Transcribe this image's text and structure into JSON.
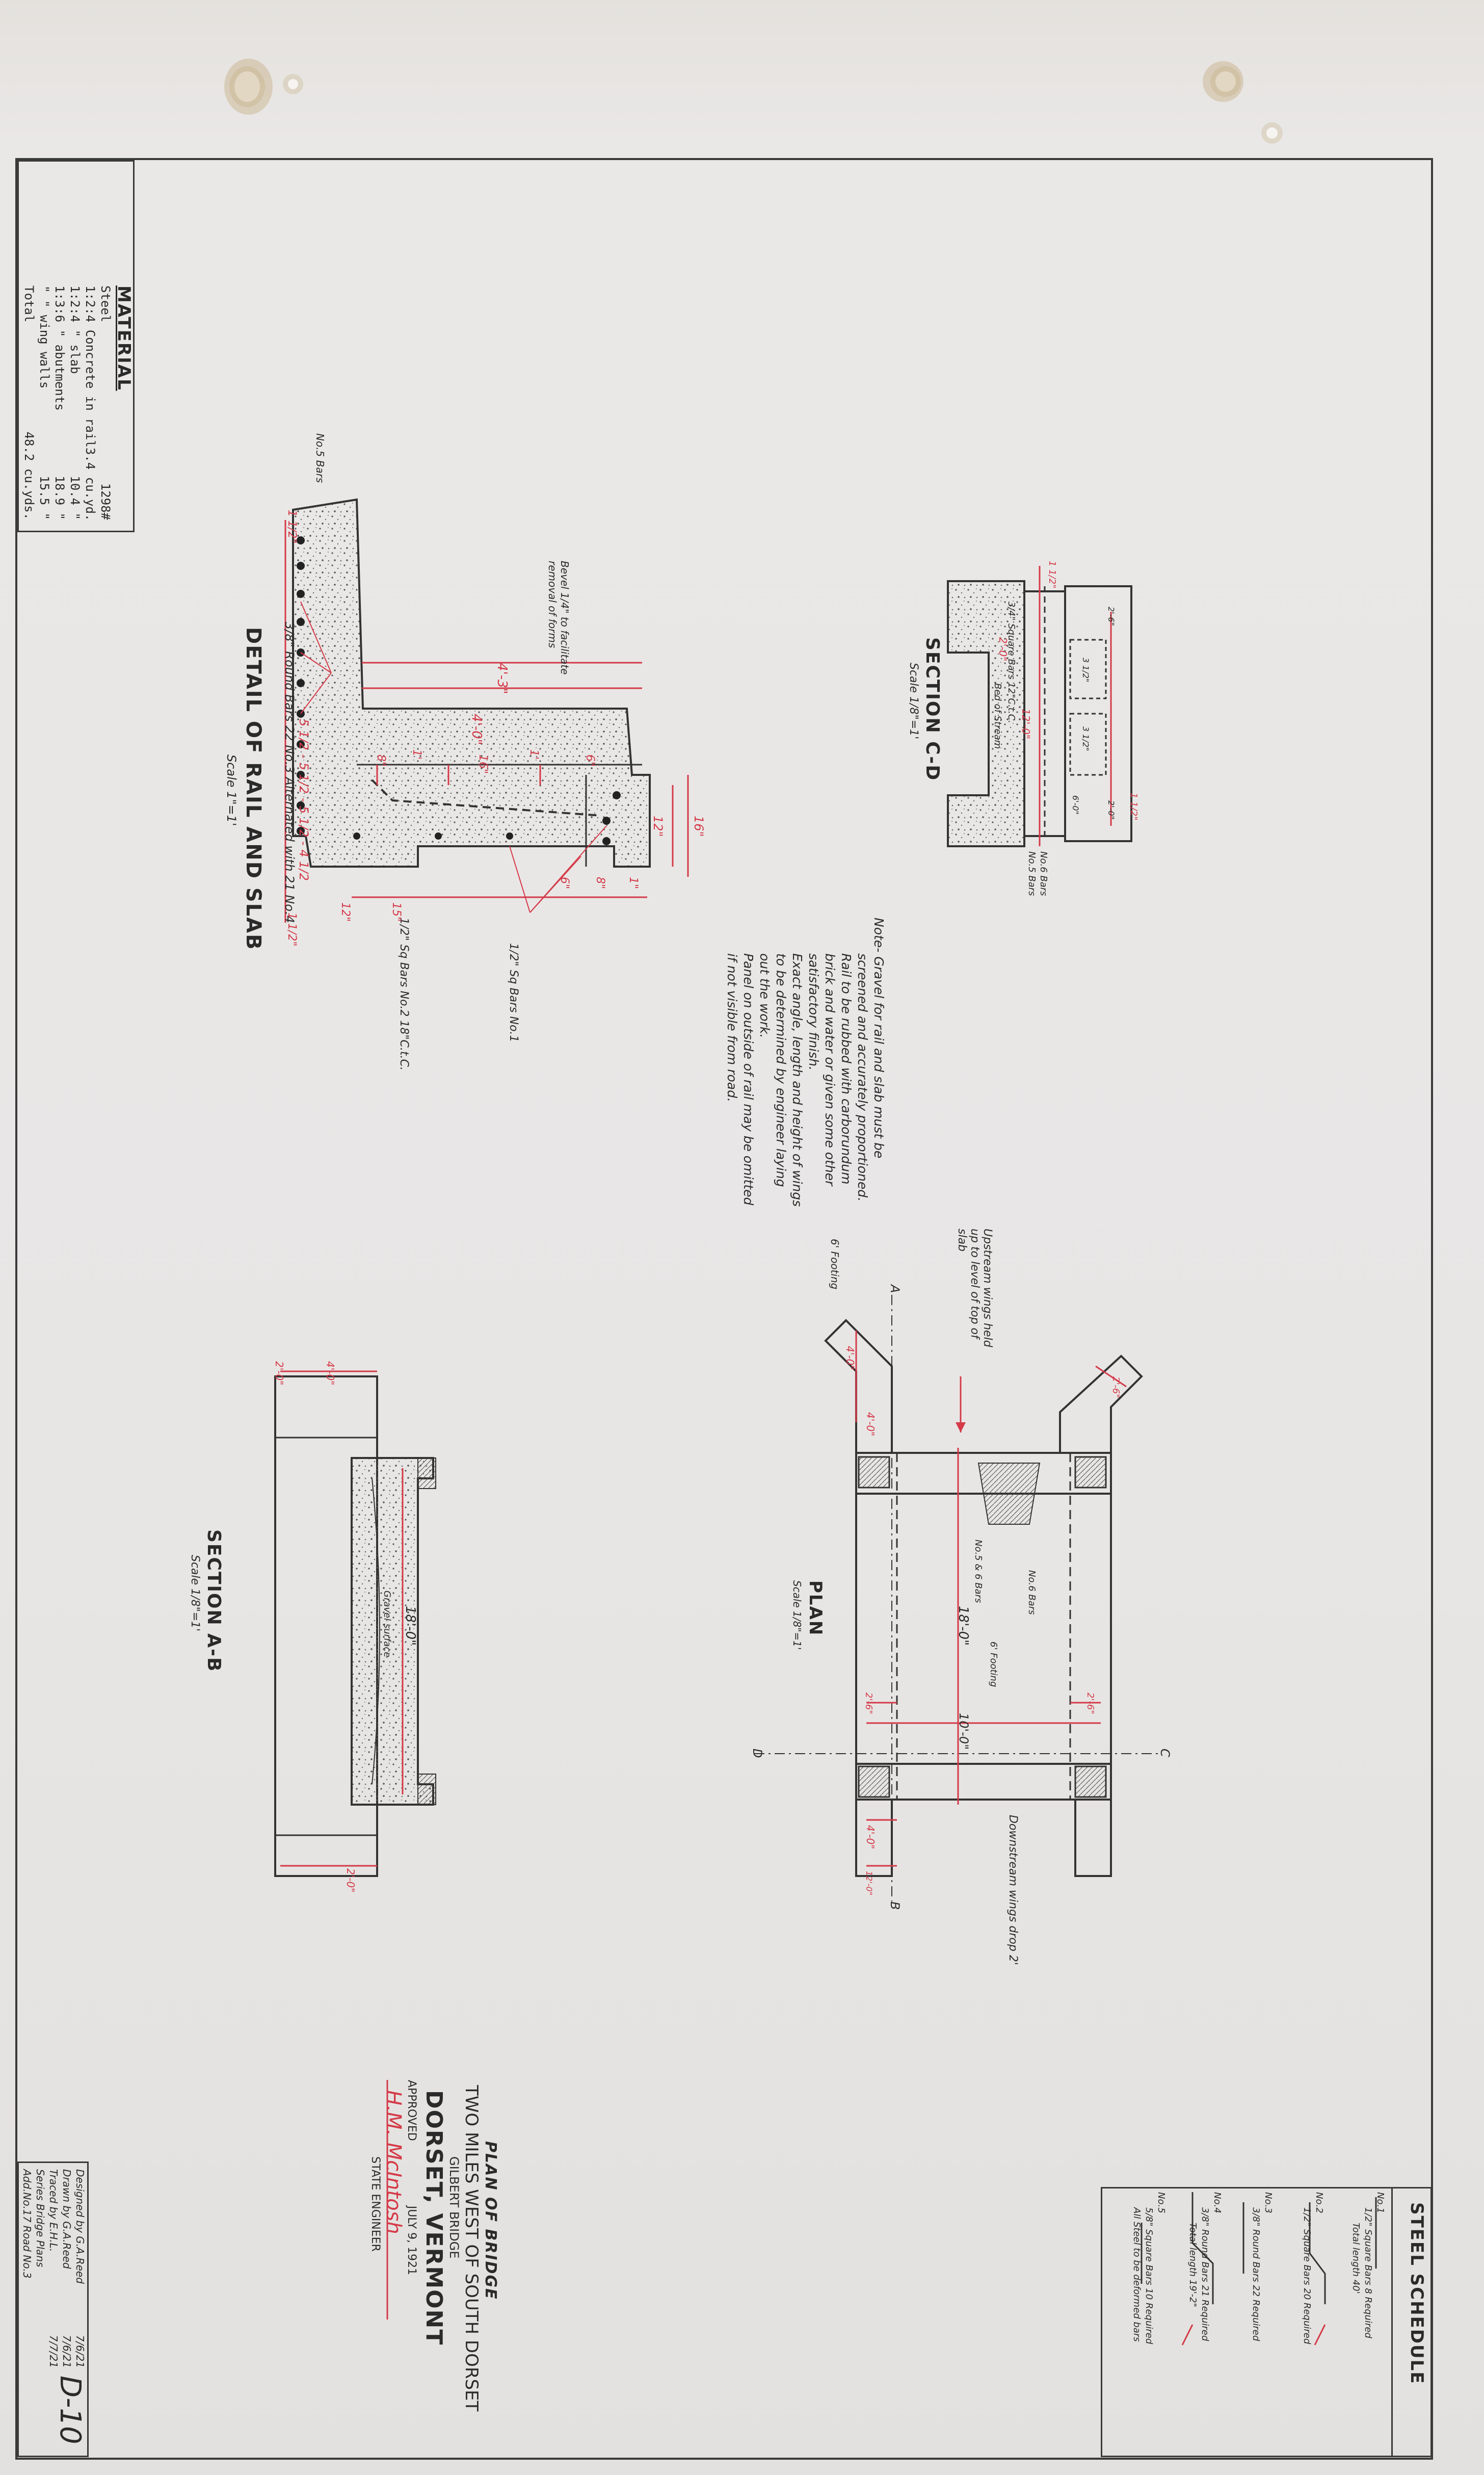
{
  "material": {
    "title": "MATERIAL",
    "lines": [
      {
        "label": "Steel",
        "value": "1298#"
      },
      {
        "label": "1:2:4 Concrete in rail",
        "value": "3.4 cu.yd."
      },
      {
        "label": "1:2:4   \"   slab",
        "value": "10.4  \""
      },
      {
        "label": "1:3:6   \"   abutments",
        "value": "18.9  \""
      },
      {
        "label": "   \"   \"   wing walls",
        "value": "15.5  \""
      },
      {
        "label": "Total",
        "value": "48.2 cu.yds."
      }
    ]
  },
  "detail_rail_slab": {
    "title": "DETAIL OF RAIL AND SLAB",
    "scale": "Scale 1\"=1'",
    "note_bars": "3/8\" Round Bars 22 No.3 Alternated with 21 No.4",
    "dims": [
      "4'-3\"",
      "4'-0\"",
      "8\"",
      "1'",
      "16\"",
      "1'",
      "6\"",
      "12\"",
      "16\"",
      "12\"",
      "15\"",
      "8\"",
      "6\"",
      "1\"",
      "1 1/2\"",
      "1 1/2\""
    ],
    "spacing": "5 1/2 - 5 1/2 - 5 1/2 - 4 1/2",
    "labels": [
      "No.5 Bars",
      "Bevel 1/4\" to facilitate removal of forms",
      "1/2\" Sq Bars No.2 18\"C.t.C.",
      "1/2\" Sq Bars No.1"
    ]
  },
  "section_cd": {
    "title": "SECTION C-D",
    "scale": "Scale 1/8\"=1'",
    "labels": [
      "3/4\" Square Bars 12\"C.t.C.",
      "No.6 Bars",
      "No.5 Bars",
      "Bed of Stream",
      "12'-0\"",
      "2'-0\""
    ],
    "dims": [
      "1 1/2\"",
      "1 1/2\"",
      "3 1/2\"",
      "3 1/2\"",
      "2'-6\"",
      "2'-0\"",
      "6'-0\""
    ]
  },
  "note": {
    "text": [
      "Note- Gravel for rail and slab must be",
      "screened and accurately proportioned.",
      "Rail to be rubbed with carborundum",
      "brick and water or given some other",
      "satisfactory finish.",
      "Exact angle, length and height of wings",
      "to be determined by engineer laying",
      "out the work.",
      "Panel on outside of rail may be omitted",
      "if not visible from road."
    ]
  },
  "plan": {
    "title": "PLAN",
    "scale": "Scale 1/8\"=1'",
    "upstream": "Upstream wings held up to level of top of slab",
    "downstream": "Downstream wings drop 2'",
    "labels": [
      "A",
      "B",
      "C",
      "D",
      "6' Footing",
      "No.5 & 6 Bars",
      "No.6 Bars",
      "6' Footing"
    ],
    "dims": [
      "4'-0\"",
      "4'-0\"",
      "2'-6\"",
      "18'-0\"",
      "10'-0\"",
      "2'-6\"",
      "2'-6\"",
      "4'-0\"",
      "12'-0\""
    ]
  },
  "section_ab": {
    "title": "SECTION A-B",
    "scale": "Scale 1/8\"=1'",
    "labels": [
      "Gravel surface",
      "18'-0\"",
      "2'-0\"",
      "4'-0\"",
      "2'-0\""
    ]
  },
  "title_block": {
    "line1": "PLAN OF BRIDGE",
    "line2": "TWO MILES WEST OF SOUTH DORSET",
    "line3": "GILBERT BRIDGE",
    "line4": "DORSET, VERMONT",
    "approved": "APPROVED",
    "date": "JULY 9, 1921",
    "signature": "H.M. McIntosh",
    "role": "STATE ENGINEER"
  },
  "credits": {
    "lines": [
      {
        "label": "Designed by G.A.Reed",
        "date": "7/6/21"
      },
      {
        "label": "Drawn by G.A.Reed",
        "date": "7/6/21"
      },
      {
        "label": "Traced by E.H.L.",
        "date": "7/7/21"
      },
      {
        "label": "Series Bridge Plans",
        "date": ""
      },
      {
        "label": "Add.No.17 Road No.3",
        "date": ""
      }
    ],
    "sheet": "D-10"
  },
  "steel_schedule": {
    "title": "STEEL SCHEDULE",
    "items": [
      {
        "no": "No.1",
        "desc": "1/2\" Square Bars 8 Required",
        "sub": "Total length 40'"
      },
      {
        "no": "No.2",
        "desc": "1/2\" Square Bars 20 Required",
        "sub": ""
      },
      {
        "no": "No.3",
        "desc": "3/8\" Round Bars 22 Required",
        "sub": ""
      },
      {
        "no": "No.4",
        "desc": "3/8\" Round Bars 21 Required",
        "sub": "Total length 19'-2\""
      },
      {
        "no": "No.5",
        "desc": "5/8\" Square Bars 10 Required",
        "sub": "All Steel to be deformed bars"
      }
    ]
  }
}
